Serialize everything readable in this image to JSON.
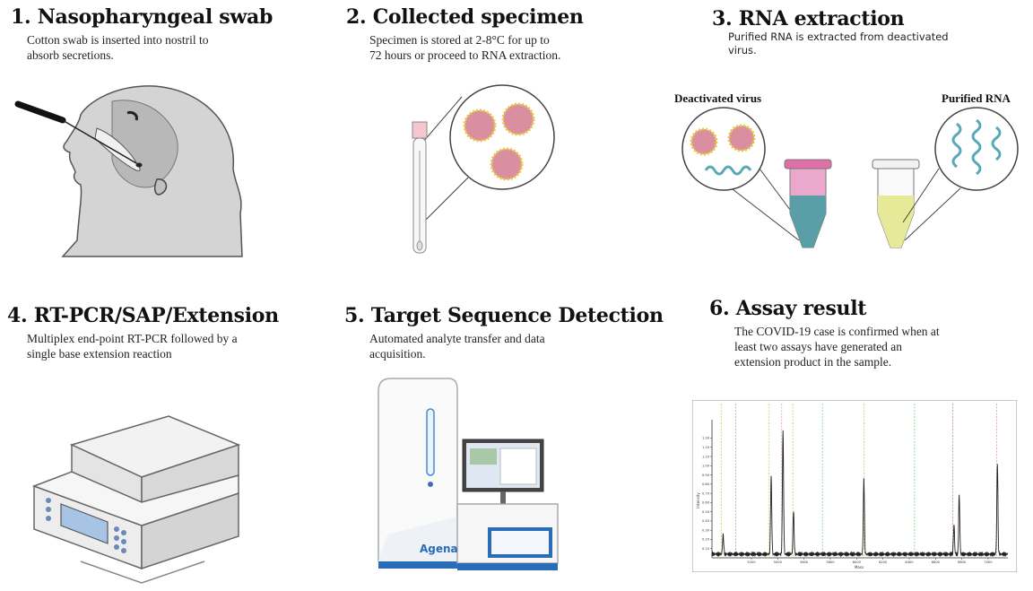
{
  "steps": [
    {
      "title": "1. Nasopharyngeal swab",
      "desc_lines": [
        "Cotton swab is inserted into nostril to",
        "absorb secretions."
      ]
    },
    {
      "title": "2. Collected specimen",
      "desc_lines": [
        "Specimen is stored at 2-8°C for up to",
        "72 hours or proceed to RNA extraction."
      ]
    },
    {
      "title": "3. RNA extraction",
      "desc_lines": [
        "Purified RNA is extracted from deactivated",
        "virus."
      ]
    },
    {
      "title": "4. RT-PCR/SAP/Extension",
      "desc_lines": [
        "Multiplex end-point RT-PCR followed by a",
        "single base extension reaction"
      ]
    },
    {
      "title": "5. Target Sequence Detection",
      "desc_lines": [
        "Automated analyte transfer and data",
        "acquisition."
      ]
    },
    {
      "title": "6. Assay result",
      "desc_lines": [
        "The COVID-19 case is confirmed when at",
        "least two assays have generated an",
        "extension product in the sample."
      ]
    }
  ],
  "rna_labels": {
    "left": "Deactivated virus",
    "right": "Purified RNA"
  },
  "instrument_brand": "Agena",
  "colors": {
    "virus": "#d98fa0",
    "spike": "#e8c840",
    "rna": "#5aa8b8",
    "tube_pink": "#e070a8",
    "tube_teal": "#5a9ea8",
    "tube_yellow": "#e6ea98",
    "instrument_blue": "#2a6cb8"
  },
  "chart_data": {
    "type": "line",
    "xlabel": "Mass",
    "ylabel": "Intensity",
    "xlim": [
      4900,
      7150
    ],
    "ylim": [
      0,
      1.5
    ],
    "x_ticks": [
      "5200",
      "5400",
      "5600",
      "5800",
      "6000",
      "6200",
      "6400",
      "6600",
      "6800",
      "7000"
    ],
    "y_ticks": [
      "0.10",
      "0.20",
      "0.30",
      "0.40",
      "0.50",
      "0.60",
      "0.70",
      "0.80",
      "0.90",
      "1.00",
      "1.10",
      "1.20",
      "1.30"
    ],
    "peaks": [
      {
        "x": 4985,
        "y": 0.21
      },
      {
        "x": 5350,
        "y": 0.84
      },
      {
        "x": 5440,
        "y": 1.33
      },
      {
        "x": 5520,
        "y": 0.47
      },
      {
        "x": 6055,
        "y": 0.84
      },
      {
        "x": 6740,
        "y": 0.32
      },
      {
        "x": 6780,
        "y": 0.64
      },
      {
        "x": 7070,
        "y": 0.99
      }
    ],
    "markers": [
      {
        "x": 4970,
        "color": "#c8d050"
      },
      {
        "x": 5080,
        "color": "#c090d0"
      },
      {
        "x": 5335,
        "color": "#c8d050"
      },
      {
        "x": 5430,
        "color": "#e0a0b0"
      },
      {
        "x": 5515,
        "color": "#c8d050"
      },
      {
        "x": 5740,
        "color": "#80c8c8"
      },
      {
        "x": 6055,
        "color": "#c8d050"
      },
      {
        "x": 6440,
        "color": "#80d080"
      },
      {
        "x": 6730,
        "color": "#c080c0"
      },
      {
        "x": 7065,
        "color": "#e0a0b0"
      }
    ]
  }
}
